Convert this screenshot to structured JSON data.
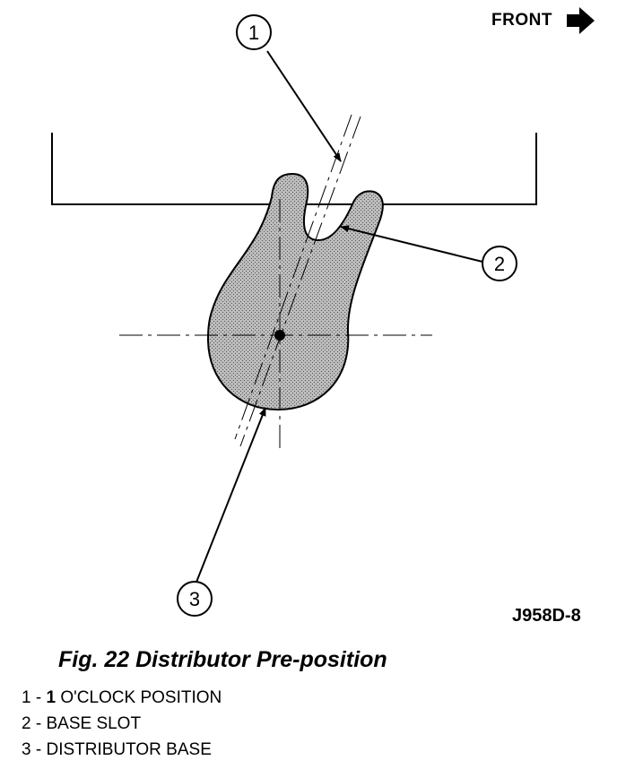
{
  "header": {
    "direction_label": "FRONT",
    "direction_icon": "right-arrow-icon"
  },
  "callouts": [
    "1",
    "2",
    "3"
  ],
  "figure_id": "J958D-8",
  "caption": "Fig. 22 Distributor Pre-position",
  "legend": [
    {
      "number": "1",
      "separator": " - ",
      "highlight": "1",
      "text": " O'CLOCK POSITION"
    },
    {
      "number": "2",
      "separator": " - ",
      "highlight": "",
      "text": "BASE SLOT"
    },
    {
      "number": "3",
      "separator": " - ",
      "highlight": "",
      "text": "DISTRIBUTOR BASE"
    }
  ]
}
